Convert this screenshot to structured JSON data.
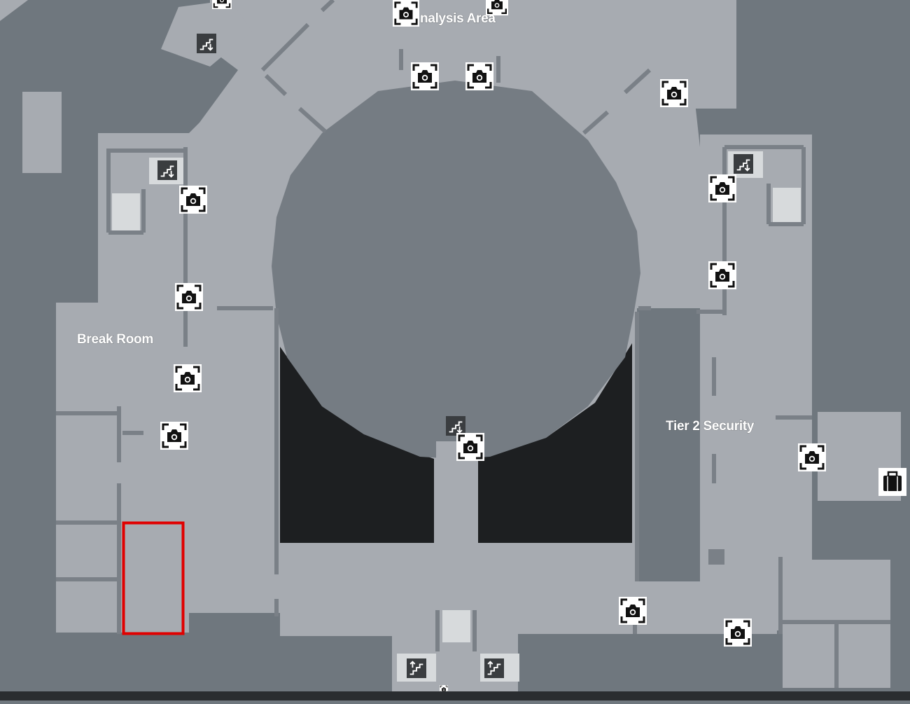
{
  "rooms": {
    "analysis_area": "nalysis Area",
    "break_room": "Break Room",
    "tier2_security": "Tier 2 Security"
  },
  "icons": {
    "camera": "camera-icon",
    "stairs_down": "stairs-down-icon",
    "stairs_up": "stairs-up-icon",
    "objective": "briefcase-icon"
  },
  "colors": {
    "background": "#6f777e",
    "floor": "#a7abb1",
    "floor_light": "#d7dadc",
    "atrium": "#757c83",
    "void": "#1d1f21",
    "wall": "#7a8087",
    "highlight": "#e00000",
    "icon_bg": "#ffffff",
    "icon_fg": "#111111"
  },
  "highlight_zone": "selected-room"
}
